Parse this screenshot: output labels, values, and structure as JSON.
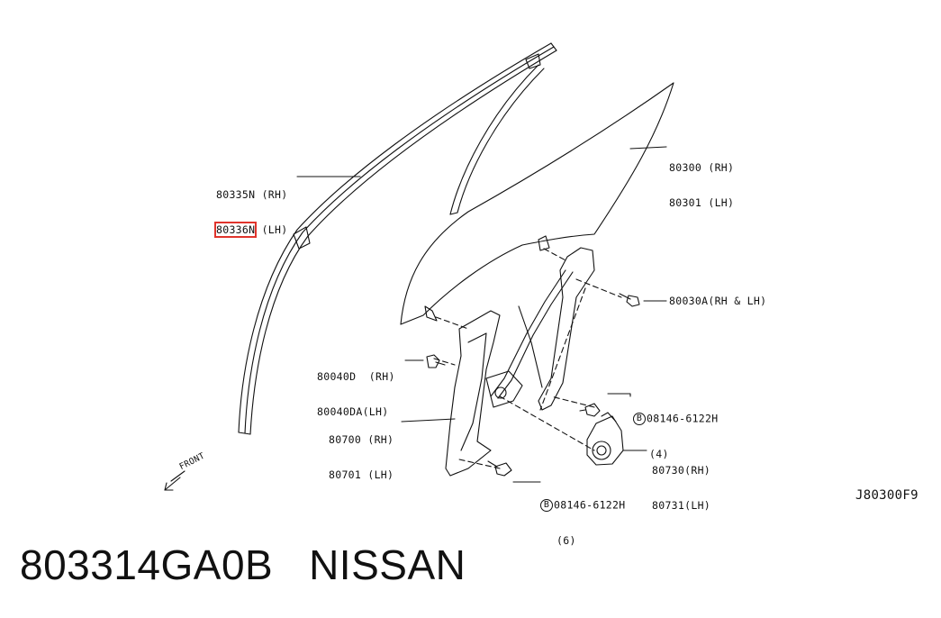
{
  "labels": {
    "p80335": {
      "rh": "80335N (RH)",
      "lh_code": "80336N",
      "lh_side": " (LH)"
    },
    "p80300": {
      "rh": "80300 (RH)",
      "lh": "80301 (LH)"
    },
    "p80030": "80030A(RH & LH)",
    "p80040": {
      "rh": "80040D  (RH)",
      "lh": "80040DA(LH)"
    },
    "p08146a": {
      "badge": "B",
      "code": "08146-6122H",
      "qty": "(4)"
    },
    "p80700": {
      "rh": "80700 (RH)",
      "lh": "80701 (LH)"
    },
    "p80730": {
      "rh": "80730(RH)",
      "lh": "80731(LH)"
    },
    "p08146b": {
      "badge": "B",
      "code": "08146-6122H",
      "qty": "(6)"
    },
    "front": "FRONT",
    "drawing_code": "J80300F9"
  },
  "footer": {
    "part_number": "803314GA0B",
    "brand": "NISSAN"
  },
  "highlight_color": "#e0342c"
}
